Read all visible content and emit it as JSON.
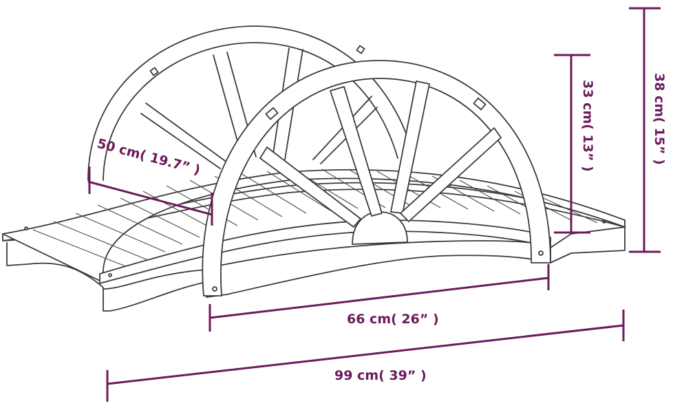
{
  "colors": {
    "dimension": "#6b1a5c",
    "line_art": "#3a3a3a"
  },
  "dimensions": {
    "depth": "50 cm( 19.7” )",
    "inner_length": "66 cm( 26” )",
    "total_length": "99 cm( 39” )",
    "rail_height": "33 cm( 13” )",
    "total_height": "38 cm( 15” )"
  }
}
